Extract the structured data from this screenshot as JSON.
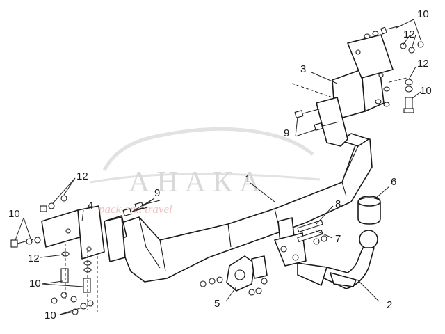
{
  "watermark": {
    "brand": "АНАКА",
    "tagline": "pack and travel",
    "brand_color": "#d6d6d6",
    "tagline_color": "#eebcbc"
  },
  "callouts": [
    {
      "id": "c1",
      "number": "1",
      "part": "main-crossbar"
    },
    {
      "id": "c2",
      "number": "2",
      "part": "towball-neck"
    },
    {
      "id": "c3",
      "number": "3",
      "part": "right-side-bracket"
    },
    {
      "id": "c4",
      "number": "4",
      "part": "left-side-bracket"
    },
    {
      "id": "c5",
      "number": "5",
      "part": "socket-plate"
    },
    {
      "id": "c6",
      "number": "6",
      "part": "ball-cap"
    },
    {
      "id": "c7",
      "number": "7",
      "part": "neck-bolt"
    },
    {
      "id": "c8",
      "number": "8",
      "part": "neck-bolt"
    },
    {
      "id": "c9a",
      "number": "9",
      "part": "frame-bolt-right"
    },
    {
      "id": "c9b",
      "number": "9",
      "part": "frame-bolt-left"
    },
    {
      "id": "c10a",
      "number": "10",
      "part": "bolt-top-right"
    },
    {
      "id": "c10b",
      "number": "10",
      "part": "bolt-right"
    },
    {
      "id": "c10c",
      "number": "10",
      "part": "bolt-left"
    },
    {
      "id": "c10d",
      "number": "10",
      "part": "bolt-lower-left"
    },
    {
      "id": "c10e",
      "number": "10",
      "part": "bolt-bottom-left"
    },
    {
      "id": "c12a",
      "number": "12",
      "part": "washer-top-right"
    },
    {
      "id": "c12b",
      "number": "12",
      "part": "washer-right"
    },
    {
      "id": "c12c",
      "number": "12",
      "part": "washer-left-top"
    },
    {
      "id": "c12d",
      "number": "12",
      "part": "washer-left-bottom"
    }
  ]
}
